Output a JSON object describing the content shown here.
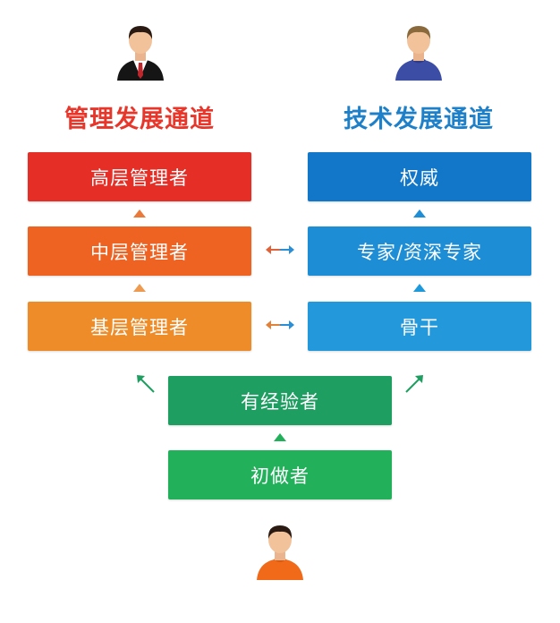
{
  "management": {
    "title": "管理发展通道",
    "title_color": "#E8362A",
    "levels": [
      {
        "label": "高层管理者",
        "color": "#E52E26"
      },
      {
        "label": "中层管理者",
        "color": "#EE6222"
      },
      {
        "label": "基层管理者",
        "color": "#EE8C2A"
      }
    ]
  },
  "technical": {
    "title": "技术发展通道",
    "title_color": "#1E80C9",
    "levels": [
      {
        "label": "权威",
        "color": "#1277C8"
      },
      {
        "label": "专家/资深专家",
        "color": "#1D8DD6"
      },
      {
        "label": "骨干",
        "color": "#2399DC"
      }
    ]
  },
  "base": {
    "levels": [
      {
        "label": "有经验者",
        "color": "#1E9E60"
      },
      {
        "label": "初做者",
        "color": "#22B15A"
      }
    ]
  },
  "avatars": {
    "manager": {
      "icon": "manager-avatar-icon",
      "suit": "#111111",
      "tie": "#C0272D"
    },
    "technician": {
      "icon": "technician-avatar-icon",
      "shirt": "#3C4DA6"
    },
    "beginner": {
      "icon": "beginner-avatar-icon",
      "shirt": "#F06A1A"
    }
  }
}
